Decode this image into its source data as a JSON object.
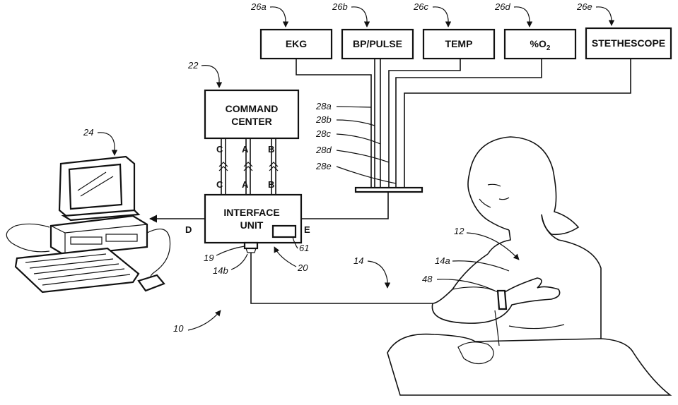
{
  "devices": [
    {
      "label": "EKG",
      "ref": "26a"
    },
    {
      "label": "BP/PULSE",
      "ref": "26b"
    },
    {
      "label": "TEMP",
      "ref": "26c"
    },
    {
      "label": "%O",
      "sub": "2",
      "ref": "26d"
    },
    {
      "label": "STETHESCOPE",
      "ref": "26e"
    }
  ],
  "lines": [
    "28a",
    "28b",
    "28c",
    "28d",
    "28e"
  ],
  "command_center": {
    "line1": "COMMAND",
    "line2": "CENTER",
    "ref": "22"
  },
  "interface_unit": {
    "line1": "INTERFACE",
    "line2": "UNIT",
    "ref_19": "19",
    "ref_14b": "14b",
    "ref_20": "20",
    "ref_61": "61"
  },
  "channels": {
    "c": "C",
    "a": "A",
    "b": "B",
    "d": "D",
    "e": "E"
  },
  "refs": {
    "computer": "24",
    "system": "10",
    "patient": "12",
    "sensor_line": "14",
    "arm": "14a",
    "cuff": "48"
  }
}
